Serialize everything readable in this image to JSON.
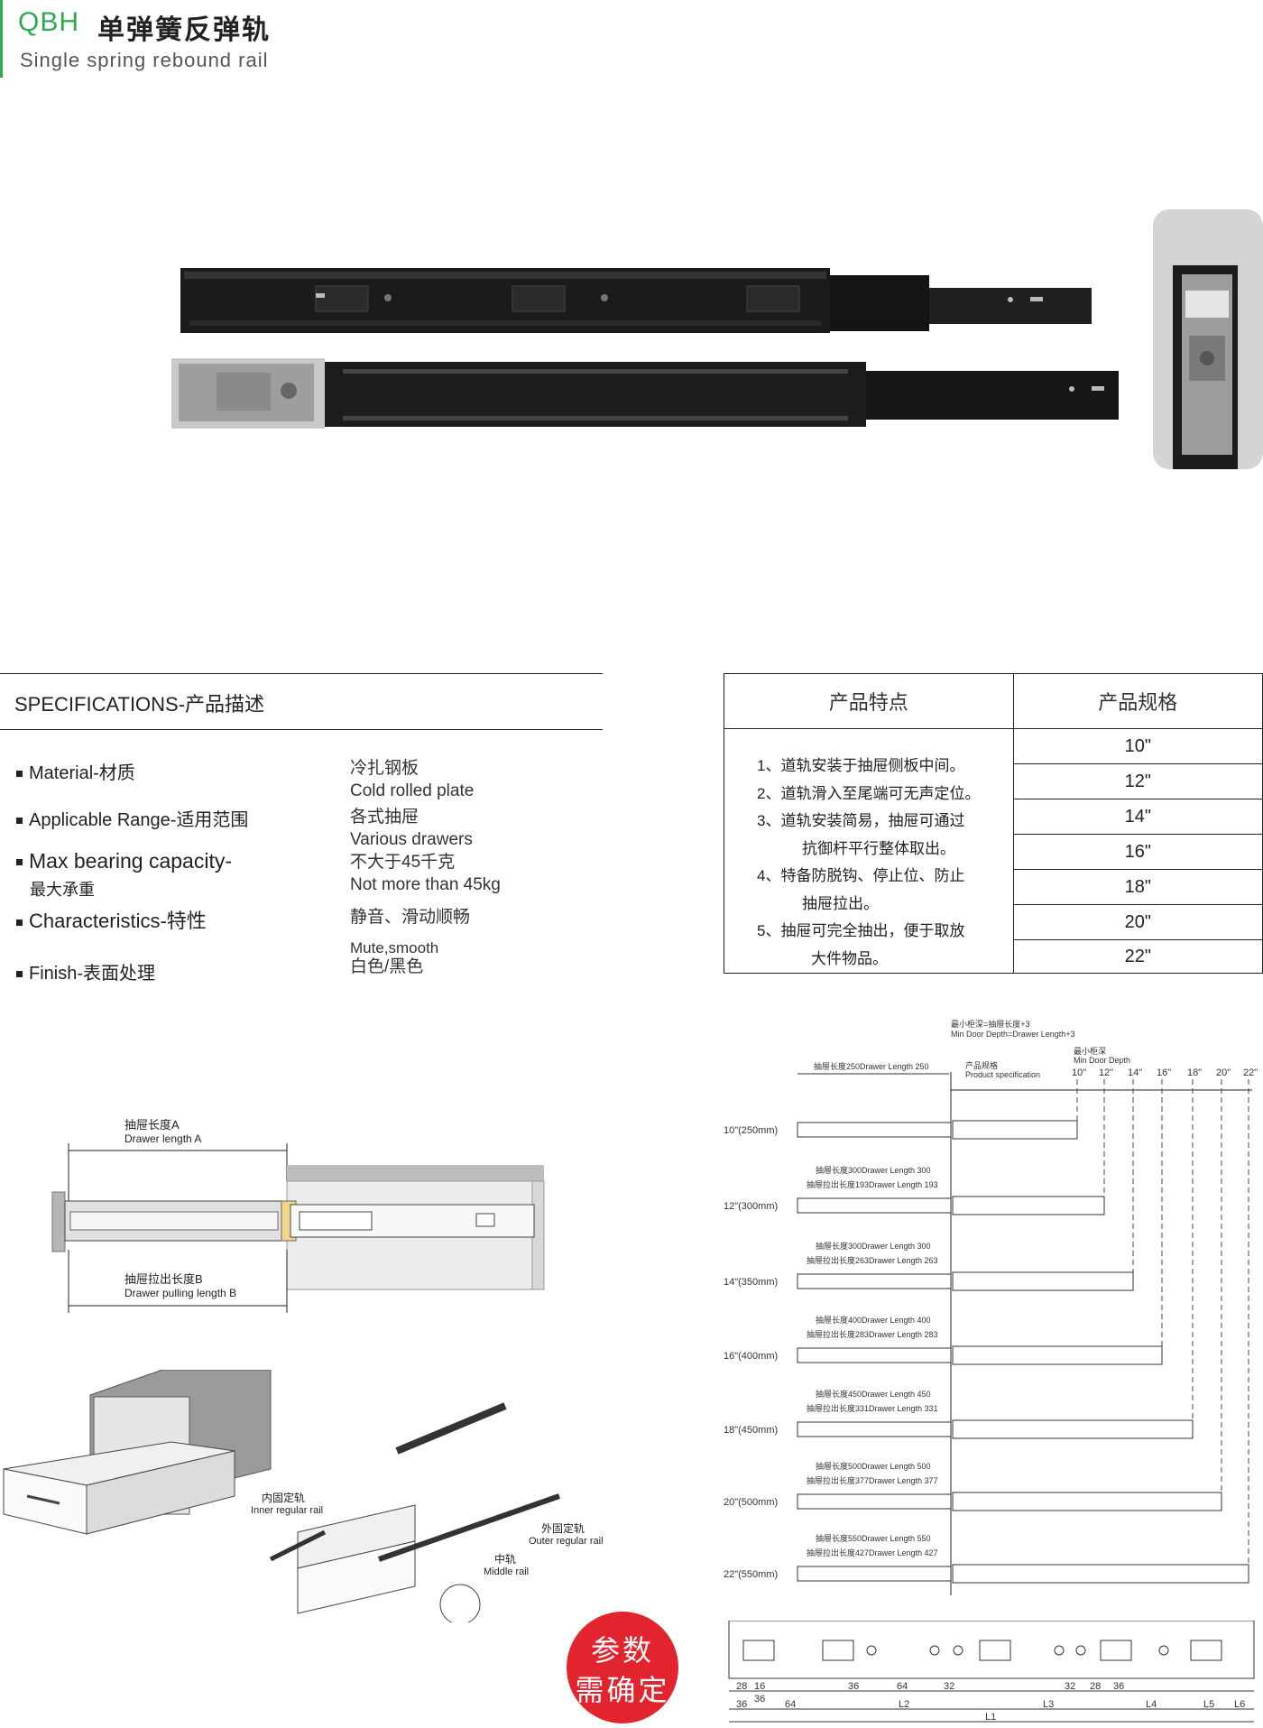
{
  "header": {
    "code": "QBH",
    "title_cn": "单弹簧反弹轨",
    "title_en": "Single spring rebound rail"
  },
  "specs": {
    "title": "SPECIFICATIONS-产品描述",
    "rows": [
      {
        "label": "Material-材质",
        "value": [
          "冷扎钢板",
          "Cold rolled plate"
        ]
      },
      {
        "label": "Applicable Range-适用范围",
        "value": [
          "各式抽屉",
          "Various drawers"
        ]
      },
      {
        "label": "Max bearing capacity-",
        "label2": "最大承重",
        "value": [
          "不大于45千克",
          "Not more than 45kg"
        ]
      },
      {
        "label": "Characteristics-特性",
        "value": [
          "静音、滑动顺畅",
          "Mute,smooth"
        ]
      },
      {
        "label": "Finish-表面处理",
        "value": [
          "白色/黑色"
        ]
      }
    ]
  },
  "features_table": {
    "head_features": "产品特点",
    "head_sizes": "产品规格",
    "features": [
      "1、道轨安装于抽屉侧板中间。",
      "2、道轨滑入至尾端可无声定位。",
      "3、道轨安装简易，抽屉可通过",
      "抗御杆平行整体取出。",
      "4、特备防脱钩、停止位、防止",
      "抽屉拉出。",
      "5、抽屉可完全抽出，便于取放",
      "大件物品。"
    ],
    "sizes": [
      "10\"",
      "12\"",
      "14\"",
      "16\"",
      "18\"",
      "20\""
    ]
  },
  "install_diagram": {
    "drawer_length_cn": "抽屉长度A",
    "drawer_length_en": "Drawer length A",
    "pulling_length_cn": "抽屉拉出长度B",
    "pulling_length_en": "Drawer pulling length B",
    "inner_rail_cn": "内固定轨",
    "inner_rail_en": "Inner regular rail",
    "outer_rail_cn": "外固定轨",
    "outer_rail_en": "Outer regular rail",
    "middle_rail_cn": "中轨",
    "middle_rail_en": "Middle rail"
  },
  "size_diagram": {
    "min_depth_cn": "最小柜深=抽屉长度+3",
    "min_depth_en": "Min Door Depth=Drawer Length+3",
    "min_door_cn": "最小柜深",
    "min_door_en": "Min Door Depth",
    "spec_cn": "产品规格",
    "spec_en": "Product specification",
    "top_len": "抽屉长度250Drawer Length 250",
    "col_labels": [
      "10\"",
      "12\"",
      "14\"",
      "16\"",
      "18\"",
      "20\"",
      "22\""
    ],
    "rows": [
      {
        "label": "10\"(250mm)",
        "len": "",
        "pull": ""
      },
      {
        "label": "12\"(300mm)",
        "len": "抽屉长度300Drawer Length 300",
        "pull": "抽屉拉出长度193Drawer Length 193"
      },
      {
        "label": "14\"(350mm)",
        "len": "抽屉长度300Drawer Length 300",
        "pull": "抽屉拉出长度263Drawer Length 263"
      },
      {
        "label": "16\"(400mm)",
        "len": "抽屉长度400Drawer Length 400",
        "pull": "抽屉拉出长度283Drawer Length 283"
      },
      {
        "label": "18\"(450mm)",
        "len": "抽屉长度450Drawer Length 450",
        "pull": "抽屉拉出长度331Drawer Length 331"
      },
      {
        "label": "20\"(500mm)",
        "len": "抽屉长度500Drawer Length 500",
        "pull": "抽屉拉出长度377Drawer Length 377"
      },
      {
        "label": "22\"(550mm)",
        "len": "抽屉长度550Drawer Length 550",
        "pull": "抽屉拉出长度427Drawer Length 427"
      }
    ]
  },
  "hole_diagram": {
    "row1": [
      "28",
      "16",
      "36",
      "64",
      "32",
      "32",
      "28",
      "36"
    ],
    "row1b": "36",
    "row2": [
      "36",
      "64",
      "L2",
      "L3",
      "L4",
      "L5",
      "L6"
    ],
    "total": "L1"
  },
  "stamp": {
    "line1": "参数",
    "line2": "需确定",
    "color": "#e2242e"
  },
  "colors": {
    "accent": "#2fa84f"
  }
}
